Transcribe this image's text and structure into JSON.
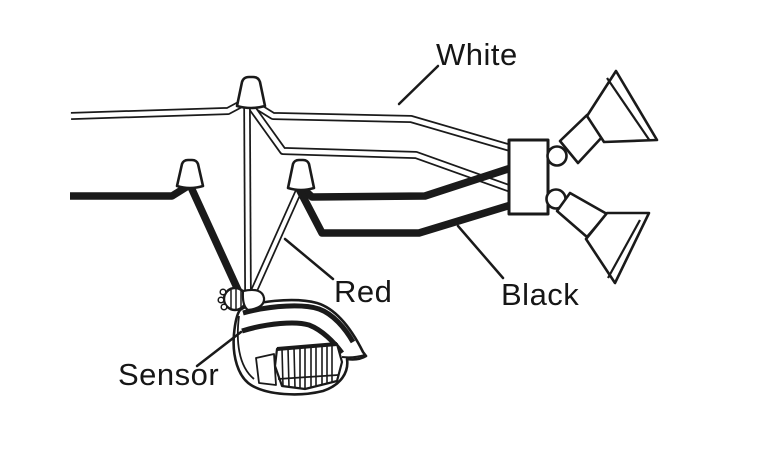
{
  "title": "Motion sensor floodlight wiring diagram",
  "labels": {
    "white": "White",
    "red": "Red",
    "black": "Black",
    "sensor": "Sensor"
  },
  "colors": {
    "line": "#1a1a1a",
    "background": "#ffffff",
    "wire_fill": "#ffffff"
  },
  "components": {
    "supply_white_wire": "white supply wire",
    "supply_black_wire": "black supply wire",
    "white_wire_nut": "wire nut joining white wires",
    "black_wire_nut": "wire nut joining black wires",
    "red_wire_nut": "wire nut joining red and lamp black wires",
    "red_wire": "red sensor wire",
    "sensor_head": "motion sensor head with ribbed lens and hood",
    "junction_box": "lamp holder junction box",
    "upper_floodlight": "upper floodlight on ball joint",
    "lower_floodlight": "lower floodlight on ball joint"
  }
}
